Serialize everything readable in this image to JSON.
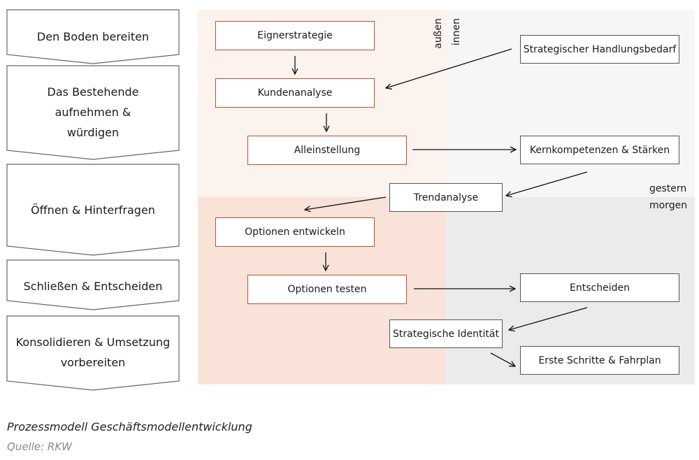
{
  "phases": [
    {
      "id": "den-boden-bereiten",
      "lines": [
        "Den Boden bereiten"
      ]
    },
    {
      "id": "bestehende-aufnehmen",
      "lines": [
        "Das Bestehende",
        "aufnehmen &",
        "würdigen"
      ]
    },
    {
      "id": "oeffnen-hinterfragen",
      "lines": [
        "Öffnen & Hinterfragen"
      ]
    },
    {
      "id": "schliessen-entscheiden",
      "lines": [
        "Schließen & Entscheiden"
      ]
    },
    {
      "id": "konsolidieren-umsetzung",
      "lines": [
        "Konsolidieren & Umsetzung",
        "vorbereiten"
      ]
    }
  ],
  "steps": {
    "eignerstrategie": "Eignerstrategie",
    "kundenanalyse": "Kundenanalyse",
    "alleinstellung": "Alleinstellung",
    "optionen_entwickeln": "Optionen entwickeln",
    "optionen_testen": "Optionen testen",
    "strategischer_handlungsbedarf": "Strategischer Handlungsbedarf",
    "kernkompetenzen": "Kernkompetenzen & Stärken",
    "trendanalyse": "Trendanalyse",
    "entscheiden": "Entscheiden",
    "strategische_identitaet": "Strategische Identität",
    "erste_schritte": "Erste Schritte & Fahrplan"
  },
  "axis_labels": {
    "aussen": "außen",
    "innen": "innen",
    "gestern": "gestern",
    "morgen": "morgen"
  },
  "colors": {
    "accent_border": "#b5522e",
    "quadrant_top_left": "#fcf2ee",
    "quadrant_bottom_left": "#f9e3d9",
    "quadrant_top_right": "#f6f6f6",
    "quadrant_bottom_right": "#ebebeb"
  },
  "caption": "Prozessmodell Geschäftsmodellentwicklung",
  "source": "Quelle: RKW"
}
